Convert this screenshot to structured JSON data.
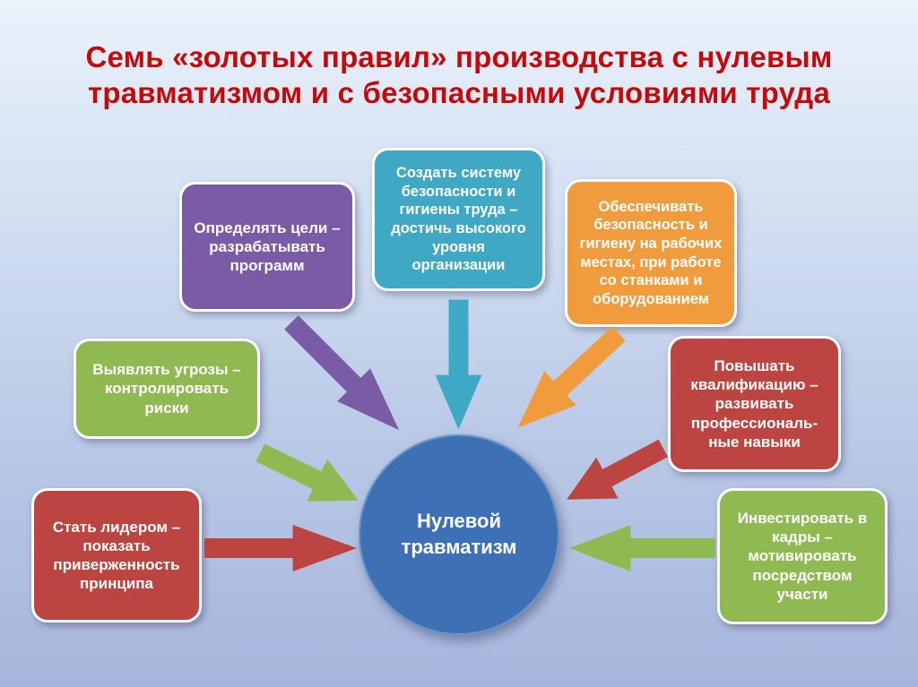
{
  "title": "Семь «золотых правил» производства с нулевым травматизмом и с безопасными условиями труда",
  "title_color": "#c40a0a",
  "background": {
    "top": "#eaf2fb",
    "bottom": "#a7b5dd"
  },
  "center": {
    "label": "Нулевой травматизм",
    "color": "#3d70b5"
  },
  "rules": [
    {
      "label": "Определять цели – разрабатывать программ",
      "color": "#7a5ba5",
      "position": "top-left"
    },
    {
      "label": "Создать систему безопасности и гигиены труда – достичь высокого уровня организации",
      "color": "#3fa9c5",
      "position": "top-center"
    },
    {
      "label": "Обеспечивать безопасность и гигиену на рабочих местах, при работе со станками и оборудованием",
      "color": "#f09c3c",
      "position": "top-right"
    },
    {
      "label": "Выявлять угрозы – контролировать риски",
      "color": "#8fba52",
      "position": "middle-left"
    },
    {
      "label": "Повышать квалификацию – развивать профессиональ- ные навыки",
      "color": "#bc4542",
      "position": "middle-right"
    },
    {
      "label": "Стать лидером – показать приверженность принципа",
      "color": "#bc4542",
      "position": "bottom-left"
    },
    {
      "label": "Инвестировать в кадры – мотивировать посредством участи",
      "color": "#8fba52",
      "position": "bottom-right"
    }
  ]
}
